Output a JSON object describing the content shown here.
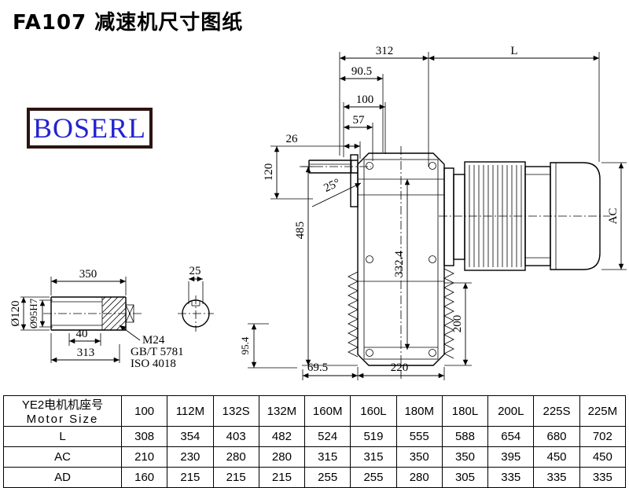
{
  "page": {
    "title": "FA107 减速机尺寸图纸"
  },
  "logo": {
    "text": "BOSERL"
  },
  "dims": {
    "d312": "312",
    "L": "L",
    "d90_5": "90.5",
    "d100": "100",
    "d57": "57",
    "d26": "26",
    "d120": "120",
    "a25": "25°",
    "d485": "485",
    "d332_4": "332.4",
    "ac": "AC",
    "d200": "200",
    "d95_4": "95.4",
    "d69_5": "69.5",
    "d220": "220",
    "d350": "350",
    "d25": "25",
    "dia120": "Ø120",
    "dia95": "Ø95H7",
    "d40": "40",
    "d313": "313",
    "m24": "M24",
    "gbt": "GB/T 5781",
    "iso": "ISO 4018"
  },
  "table": {
    "header": {
      "line1": "YE2电机机座号",
      "line2": "Motor Size"
    },
    "columns": [
      "100",
      "112M",
      "132S",
      "132M",
      "160M",
      "160L",
      "180M",
      "180L",
      "200L",
      "225S",
      "225M"
    ],
    "rows": [
      {
        "label": "L",
        "values": [
          "308",
          "354",
          "403",
          "482",
          "524",
          "519",
          "555",
          "588",
          "654",
          "680",
          "702"
        ]
      },
      {
        "label": "AC",
        "values": [
          "210",
          "230",
          "280",
          "280",
          "315",
          "315",
          "350",
          "350",
          "395",
          "450",
          "450"
        ]
      },
      {
        "label": "AD",
        "values": [
          "160",
          "215",
          "215",
          "215",
          "255",
          "255",
          "280",
          "305",
          "335",
          "335",
          "335"
        ]
      }
    ]
  }
}
